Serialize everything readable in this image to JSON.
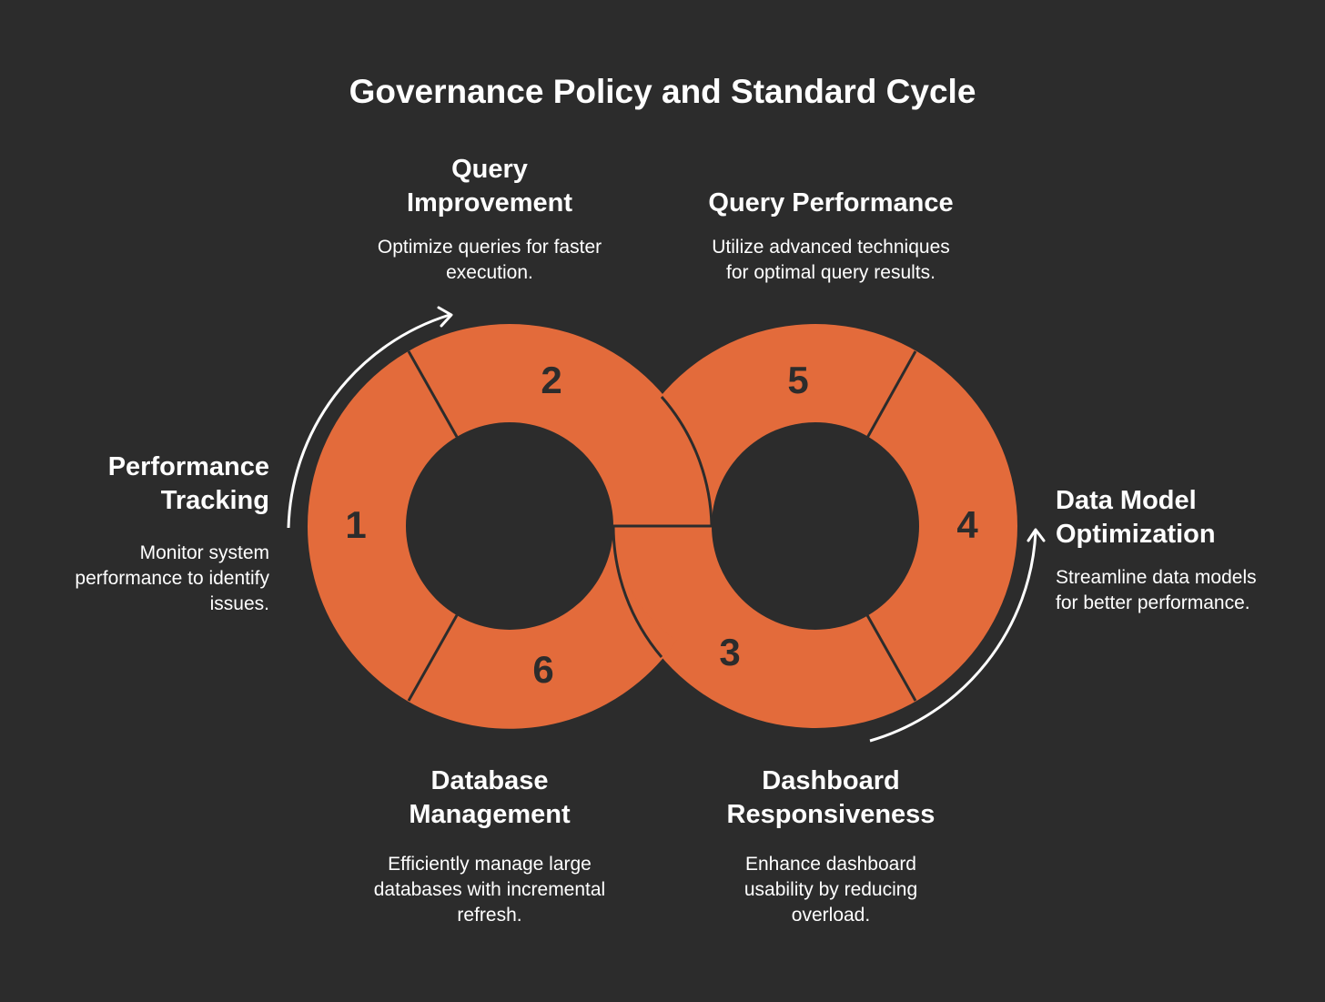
{
  "title": "Governance Policy and Standard Cycle",
  "colors": {
    "background": "#2c2c2c",
    "segment_fill": "#e36b3b",
    "divider": "#2c2c2c",
    "text": "#ffffff"
  },
  "steps": [
    {
      "number": "1",
      "title_lines": [
        "Performance",
        "Tracking"
      ],
      "desc_lines": [
        "Monitor system",
        "performance to identify",
        "issues."
      ]
    },
    {
      "number": "2",
      "title_lines": [
        "Query",
        "Improvement"
      ],
      "desc_lines": [
        "Optimize queries for faster",
        "execution."
      ]
    },
    {
      "number": "3",
      "title_lines": [
        "Dashboard",
        "Responsiveness"
      ],
      "desc_lines": [
        "Enhance dashboard",
        "usability by reducing",
        "overload."
      ]
    },
    {
      "number": "4",
      "title_lines": [
        "Data Model",
        "Optimization"
      ],
      "desc_lines": [
        "Streamline data models",
        "for better performance."
      ]
    },
    {
      "number": "5",
      "title_lines": [
        "Query Performance"
      ],
      "desc_lines": [
        "Utilize advanced techniques",
        "for optimal query results."
      ]
    },
    {
      "number": "6",
      "title_lines": [
        "Database",
        "Management"
      ],
      "desc_lines": [
        "Efficiently manage large",
        "databases with incremental",
        "refresh."
      ]
    }
  ]
}
